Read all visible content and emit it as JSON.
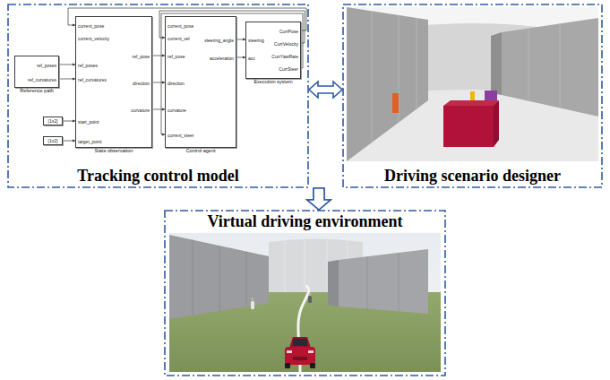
{
  "diagram": {
    "nodes": [
      {
        "text": [
          "Tracking control model"
        ]
      },
      {
        "text": [
          "Reference path",
          "ref_poses",
          "ref_curvatures"
        ],
        "in": 0
      },
      {
        "text": [
          "[1x2]"
        ],
        "in": 0
      },
      {
        "text": [
          "[1x2]"
        ],
        "in": 0
      },
      {
        "text": [
          "State observation",
          "current_pose",
          "current_velocity",
          "ref_poses",
          "ref_curvatures",
          "start_point",
          "target_point",
          "ref_pose",
          "direction",
          "curvature"
        ],
        "in": 0
      },
      {
        "text": [
          "Control agent",
          "current_pose",
          "current_vel",
          "ref_pose",
          "direction",
          "curvature",
          "current_steer",
          "steering_angle",
          "acceleration"
        ],
        "in": 0
      },
      {
        "text": [
          "Execution system",
          "steering",
          "acc",
          "CurrPose",
          "CurrVelocity",
          "CurrYawRate",
          "CurrSteer"
        ],
        "in": 0
      },
      {
        "text": [
          "Driving scenario designer"
        ]
      },
      {
        "text": [
          "Virtual driving environment"
        ]
      }
    ],
    "edges": [
      {
        "from": 1,
        "to": 4,
        "arrow": "to"
      },
      {
        "from": 1,
        "to": 4,
        "arrow": "to"
      },
      {
        "from": 2,
        "to": 4,
        "arrow": "to"
      },
      {
        "from": 3,
        "to": 4,
        "arrow": "to"
      },
      {
        "from": 4,
        "to": 5,
        "arrow": "to"
      },
      {
        "from": 4,
        "to": 5,
        "arrow": "to"
      },
      {
        "from": 4,
        "to": 5,
        "arrow": "to"
      },
      {
        "from": 5,
        "to": 6,
        "arrow": "to"
      },
      {
        "from": 5,
        "to": 6,
        "arrow": "to"
      },
      {
        "from": 6,
        "to": 4,
        "arrow": "to"
      },
      {
        "from": 6,
        "to": 5,
        "arrow": "to"
      },
      {
        "from": 6,
        "to": 5,
        "arrow": "to"
      },
      {
        "from": 0,
        "to": 7,
        "arrow": "both"
      },
      {
        "from": 0,
        "to": 8,
        "arrow": "to"
      },
      {
        "from": 7,
        "to": 8,
        "arrow": "to"
      }
    ]
  }
}
